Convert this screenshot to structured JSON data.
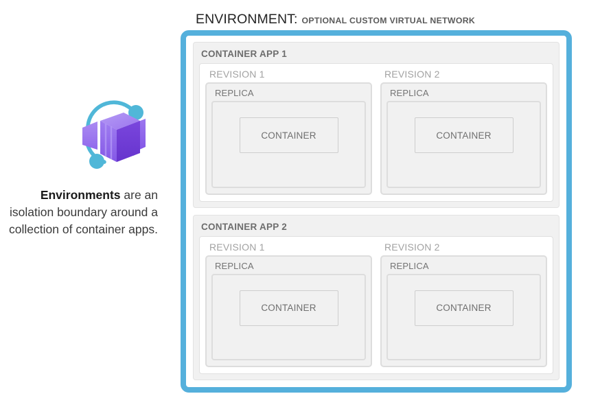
{
  "diagram": {
    "title_main": "ENVIRONMENT:",
    "title_sub": "OPTIONAL CUSTOM VIRTUAL NETWORK",
    "accent_color": "#55b0dc",
    "panel_bg": "#f1f1f1",
    "panel_border": "#dddddd",
    "label_color": "#6d6d6d"
  },
  "caption": {
    "lead": "Environments",
    "rest": " are an isolation boundary around a collection of container apps."
  },
  "logo": {
    "name": "azure-container-apps-logo",
    "box_light": "#a07cf0",
    "box_mid": "#9a6ff0",
    "box_dark": "#6d3fd6",
    "orbit": "#50b7d8"
  },
  "container_apps": [
    {
      "title": "CONTAINER APP 1",
      "revisions": [
        {
          "title": "REVISION 1",
          "replica": {
            "title": "REPLICA",
            "container": {
              "label": "CONTAINER"
            }
          }
        },
        {
          "title": "REVISION 2",
          "replica": {
            "title": "REPLICA",
            "container": {
              "label": "CONTAINER"
            }
          }
        }
      ]
    },
    {
      "title": "CONTAINER APP 2",
      "revisions": [
        {
          "title": "REVISION 1",
          "replica": {
            "title": "REPLICA",
            "container": {
              "label": "CONTAINER"
            }
          }
        },
        {
          "title": "REVISION 2",
          "replica": {
            "title": "REPLICA",
            "container": {
              "label": "CONTAINER"
            }
          }
        }
      ]
    }
  ]
}
